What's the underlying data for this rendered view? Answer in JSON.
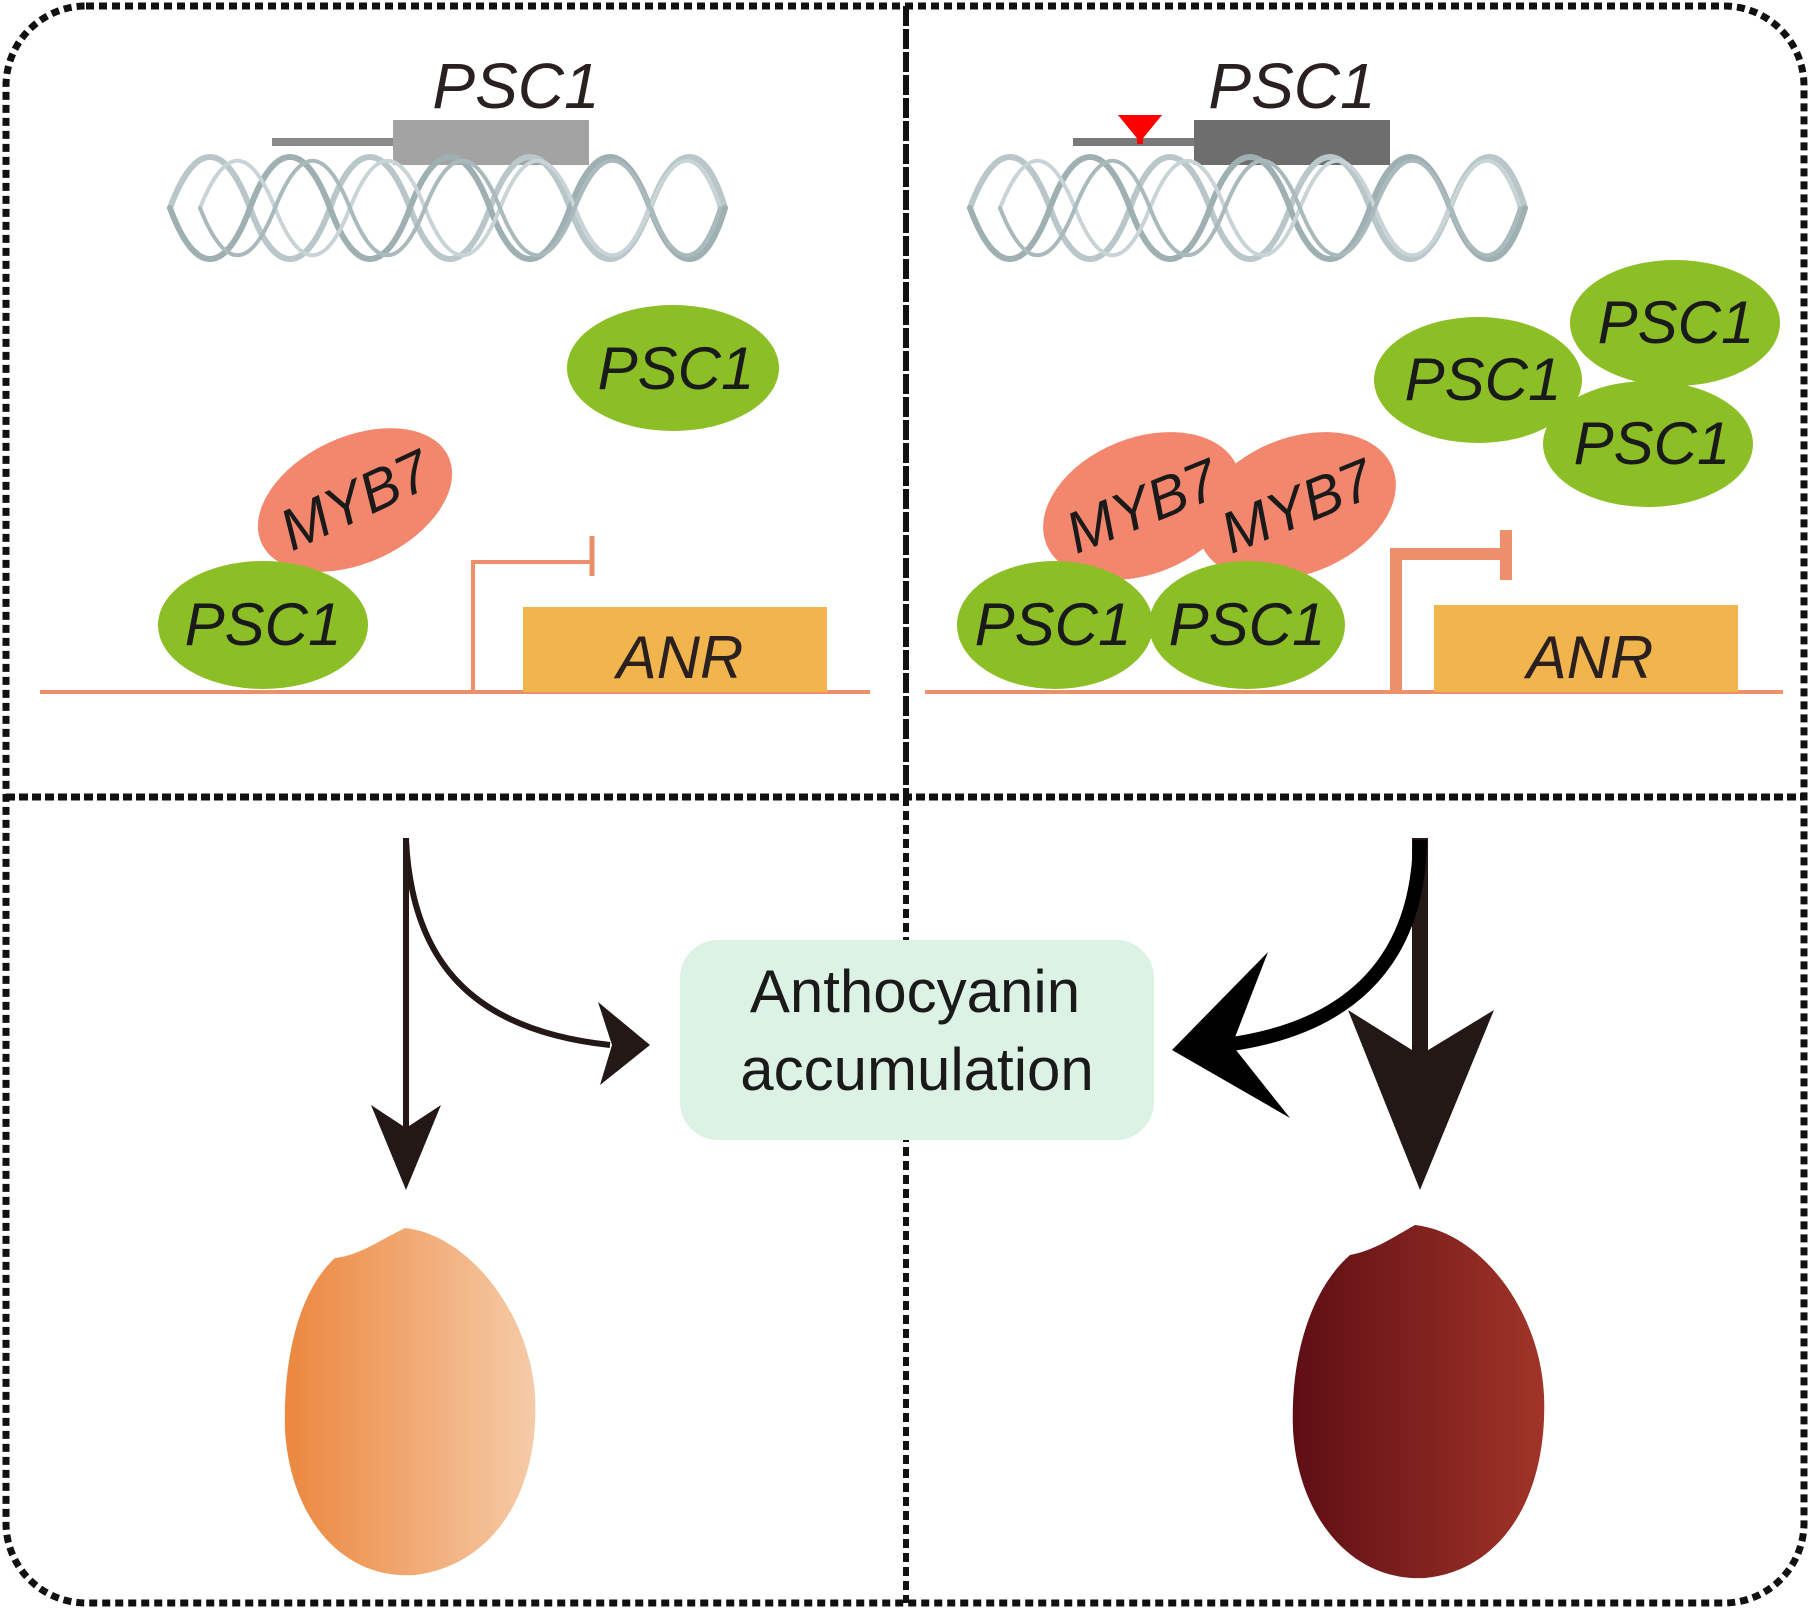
{
  "left_panel": {
    "gene_label": "PSC1",
    "free_protein": "PSC1",
    "bound_protein": "PSC1",
    "partner": "MYB7",
    "target_gene": "ANR"
  },
  "right_panel": {
    "gene_label": "PSC1",
    "free_proteins": [
      "PSC1",
      "PSC1",
      "PSC1"
    ],
    "bound_proteins": [
      "PSC1",
      "PSC1"
    ],
    "partners": [
      "MYB7",
      "MYB7"
    ],
    "target_gene": "ANR"
  },
  "center": {
    "label_line1": "Anthocyanin",
    "label_line2": "accumulation"
  },
  "colors": {
    "protein_green": "#8cbf26",
    "myb_salmon": "#f3876d",
    "anr_box": "#f2b44c",
    "dna_line": "#ec8f6b",
    "insertion_marker": "#ff0000",
    "anthocyanin_box": "#dbf2e4",
    "seed_light": "#f09a55",
    "seed_dark": "#7a1719"
  }
}
